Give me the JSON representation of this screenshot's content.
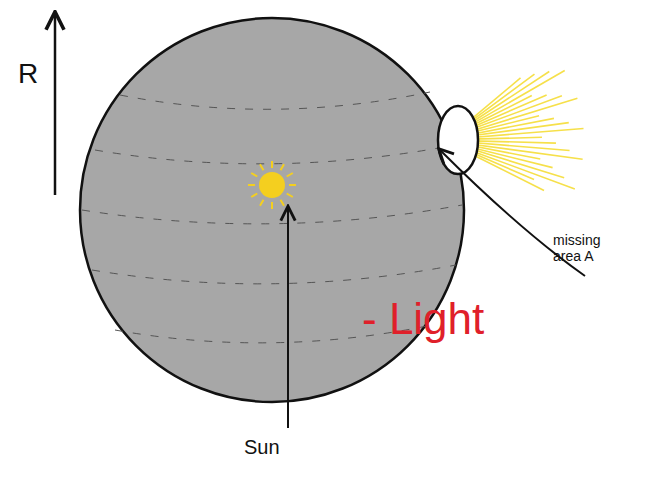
{
  "diagram": {
    "labels": [
      "R",
      "missing area A",
      "Sun",
      "- Light"
    ]
  }
}
